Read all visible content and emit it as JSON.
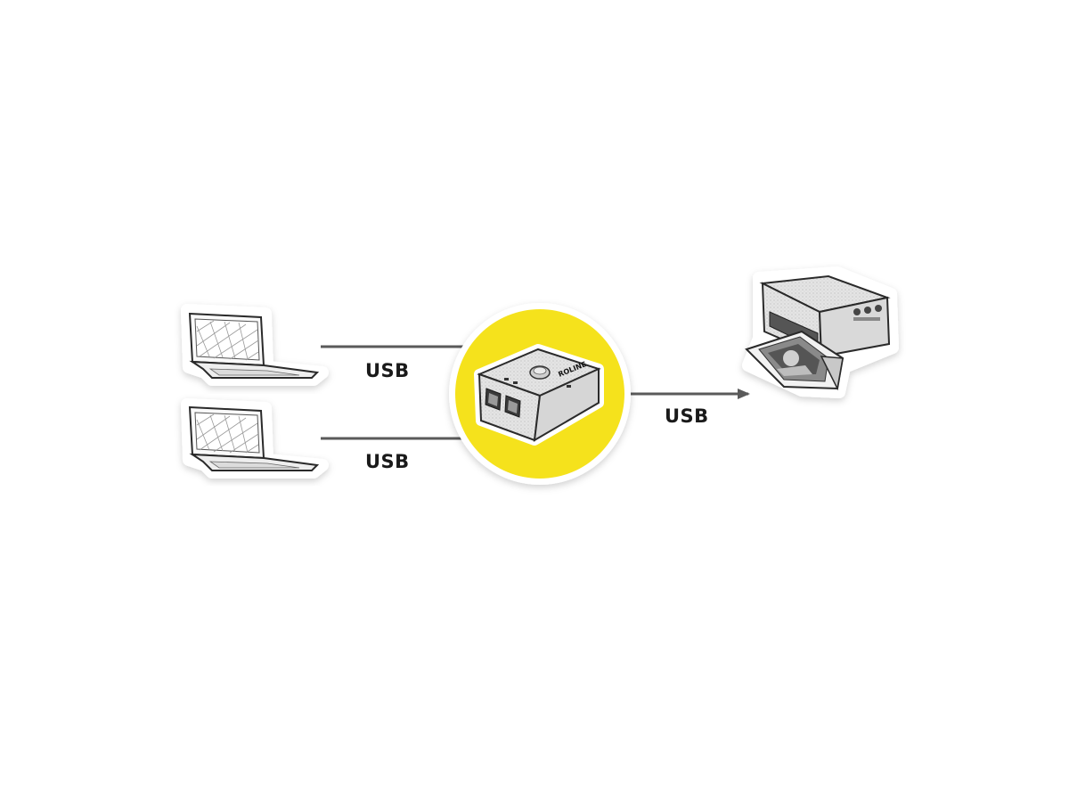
{
  "diagram": {
    "connections": [
      {
        "id": "laptop-1-to-switch",
        "label": "USB"
      },
      {
        "id": "laptop-2-to-switch",
        "label": "USB"
      },
      {
        "id": "switch-to-printer",
        "label": "USB"
      }
    ],
    "switch_brand_text": "ROLINE",
    "colors": {
      "highlight": "#f5e21c",
      "line": "#5a5a5a",
      "device_fill": "#e2e2e2",
      "outline": "#2b2b2b"
    }
  }
}
